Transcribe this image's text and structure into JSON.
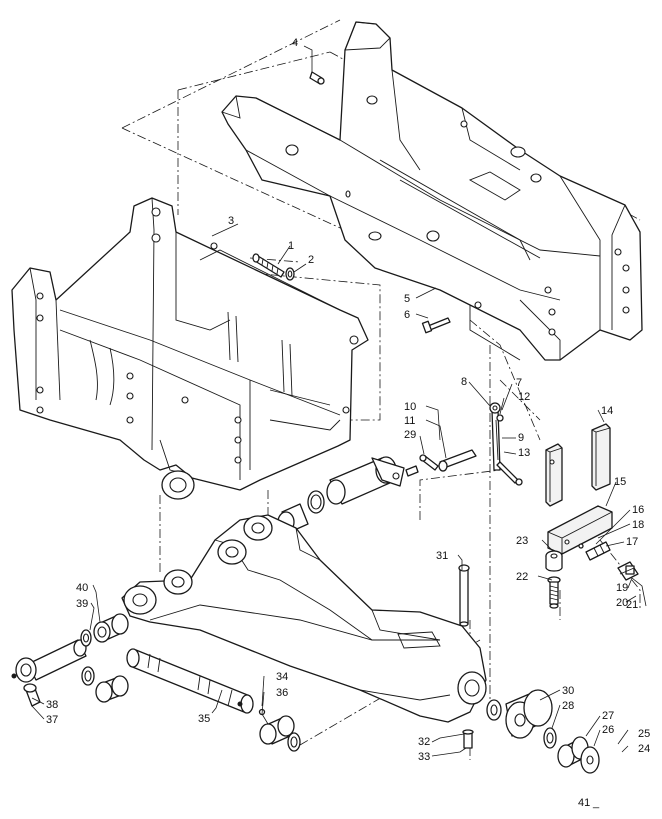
{
  "callouts": [
    "1",
    "2",
    "3",
    "4",
    "5",
    "6",
    "7",
    "8",
    "9",
    "10",
    "11",
    "12",
    "13",
    "14",
    "15",
    "16",
    "17",
    "18",
    "19",
    "20",
    "21",
    "22",
    "23",
    "24",
    "25",
    "26",
    "27",
    "28",
    "29",
    "30",
    "31",
    "32",
    "33",
    "34",
    "35",
    "36",
    "37",
    "38",
    "39",
    "40"
  ],
  "sheet_ref": "41",
  "sheet_ref_suffix": "_",
  "colors": {
    "line": "#1a1a1a",
    "paper": "#ffffff",
    "shade": "#f2f2f2"
  }
}
